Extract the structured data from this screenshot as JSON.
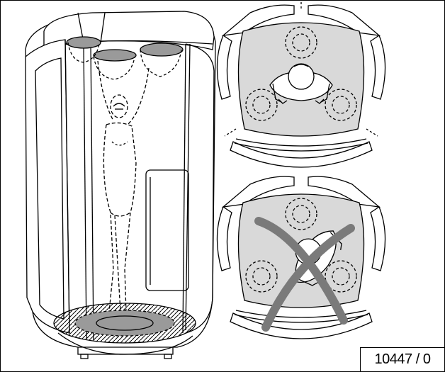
{
  "figure": {
    "reference_number": "10447 / 0"
  },
  "icons": {
    "booth": "tanning-booth-illustration",
    "correct": "correct-position-top-view",
    "incorrect": "incorrect-position-crossed"
  },
  "colors": {
    "line": "#000000",
    "gray_fill": "#d9d9d9",
    "cross": "#7a7a7a",
    "dark_fill": "#9a9a9a"
  }
}
